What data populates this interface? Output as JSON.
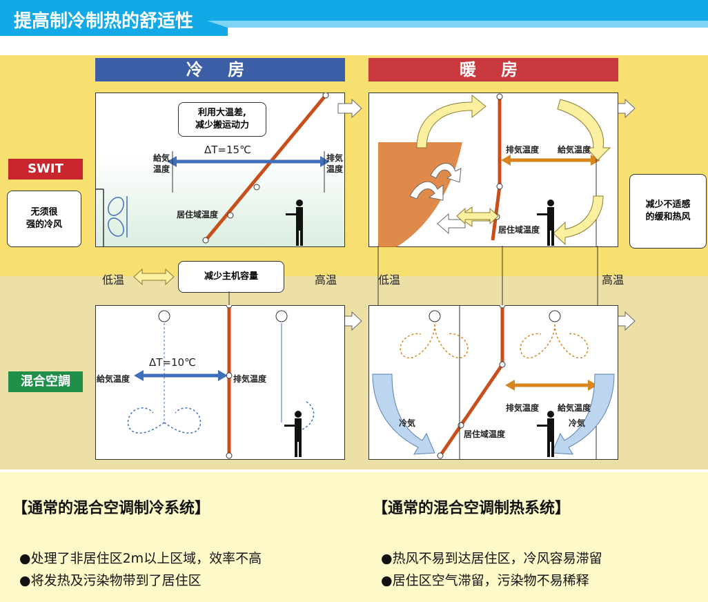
{
  "title": "提高制冷制热的舒适性",
  "headers": {
    "cooling": "冷 房",
    "heating": "暖 房"
  },
  "row_tags": {
    "swit": "SWIT",
    "mixed": "混合空調"
  },
  "side_notes": {
    "left": [
      "无须很",
      "强的冷风"
    ],
    "right": [
      "减少不适感",
      "的缓和热风"
    ]
  },
  "callouts": {
    "big_delta": [
      "利用大温差,",
      "减少搬运动力"
    ],
    "reduce_capacity": "减少主机容量"
  },
  "cooling_swit": {
    "delta_t": "ΔT=15℃",
    "supply": [
      "給気",
      "温度"
    ],
    "exhaust": [
      "排気",
      "温度"
    ],
    "occupied": "居住域温度"
  },
  "cooling_mixed": {
    "delta_t": "ΔT=10℃",
    "supply": "給気温度",
    "exhaust": "排気温度"
  },
  "heating_swit": {
    "exhaust": "排気温度",
    "supply": "給気温度",
    "occupied": "居住域温度"
  },
  "heating_mixed": {
    "exhaust": "排気温度",
    "supply": "給気温度",
    "occupied": "居住域温度",
    "cold_left": "冷気",
    "cold_right": "冷気"
  },
  "axis": {
    "low_left": "低温",
    "high_left": "高温",
    "low_right": "低温",
    "high_right": "高温"
  },
  "bottom": {
    "cooling_title": "【通常的混合空调制冷系统】",
    "cooling_points": [
      "●处理了非居住区2m以上区域，效率不高",
      "●将发热及污染物带到了居住区"
    ],
    "heating_title": "【通常的混合空调制热系统】",
    "heating_points": [
      "●热风不易到达居住区，冷风容易滞留",
      "●居住区空气滞留，污染物不易稀释"
    ]
  },
  "colors": {
    "cyan": "#12a9e6",
    "blue_header": "#3b5ea7",
    "red_header": "#c9393e",
    "tag_red": "#c8262c",
    "tag_green": "#1f8f4a",
    "temp_line": "#c84f1c",
    "arrow_blue": "#3f6fb8",
    "arrow_orange": "#d8851e"
  }
}
